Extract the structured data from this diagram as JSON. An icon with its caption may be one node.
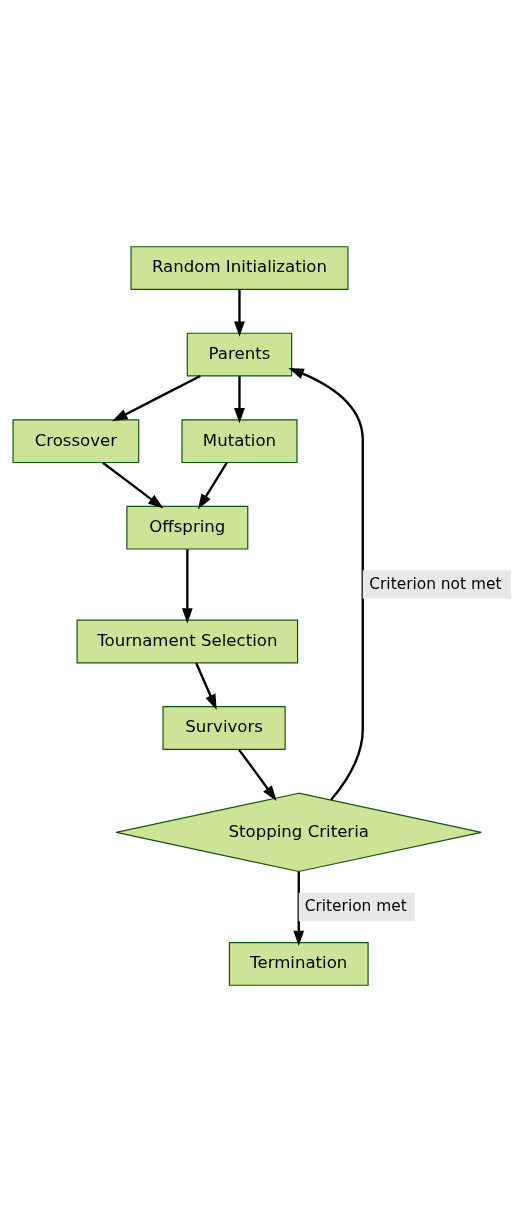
{
  "diagram": {
    "nodes": [
      {
        "text": [
          "Random Initialization"
        ]
      },
      {
        "text": [
          "Parents"
        ]
      },
      {
        "text": [
          "Crossover"
        ]
      },
      {
        "text": [
          "Mutation"
        ]
      },
      {
        "text": [
          "Offspring"
        ]
      },
      {
        "text": [
          "Tournament Selection"
        ]
      },
      {
        "text": [
          "Survivors"
        ]
      },
      {
        "text": [
          "Stopping Criteria"
        ]
      },
      {
        "text": [
          "Termination"
        ]
      }
    ],
    "edges": [
      {
        "from": 0,
        "to": 1,
        "arrow": "to"
      },
      {
        "from": 1,
        "to": 2,
        "arrow": "to"
      },
      {
        "from": 1,
        "to": 3,
        "arrow": "to"
      },
      {
        "from": 2,
        "to": 4,
        "arrow": "to"
      },
      {
        "from": 3,
        "to": 4,
        "arrow": "to"
      },
      {
        "from": 4,
        "to": 5,
        "arrow": "to"
      },
      {
        "from": 5,
        "to": 6,
        "arrow": "to"
      },
      {
        "from": 6,
        "to": 7,
        "arrow": "to"
      },
      {
        "from": 7,
        "to": 1,
        "label": "Criterion not met",
        "arrow": "to"
      },
      {
        "from": 7,
        "to": 8,
        "label": "Criterion met",
        "arrow": "to"
      }
    ]
  }
}
